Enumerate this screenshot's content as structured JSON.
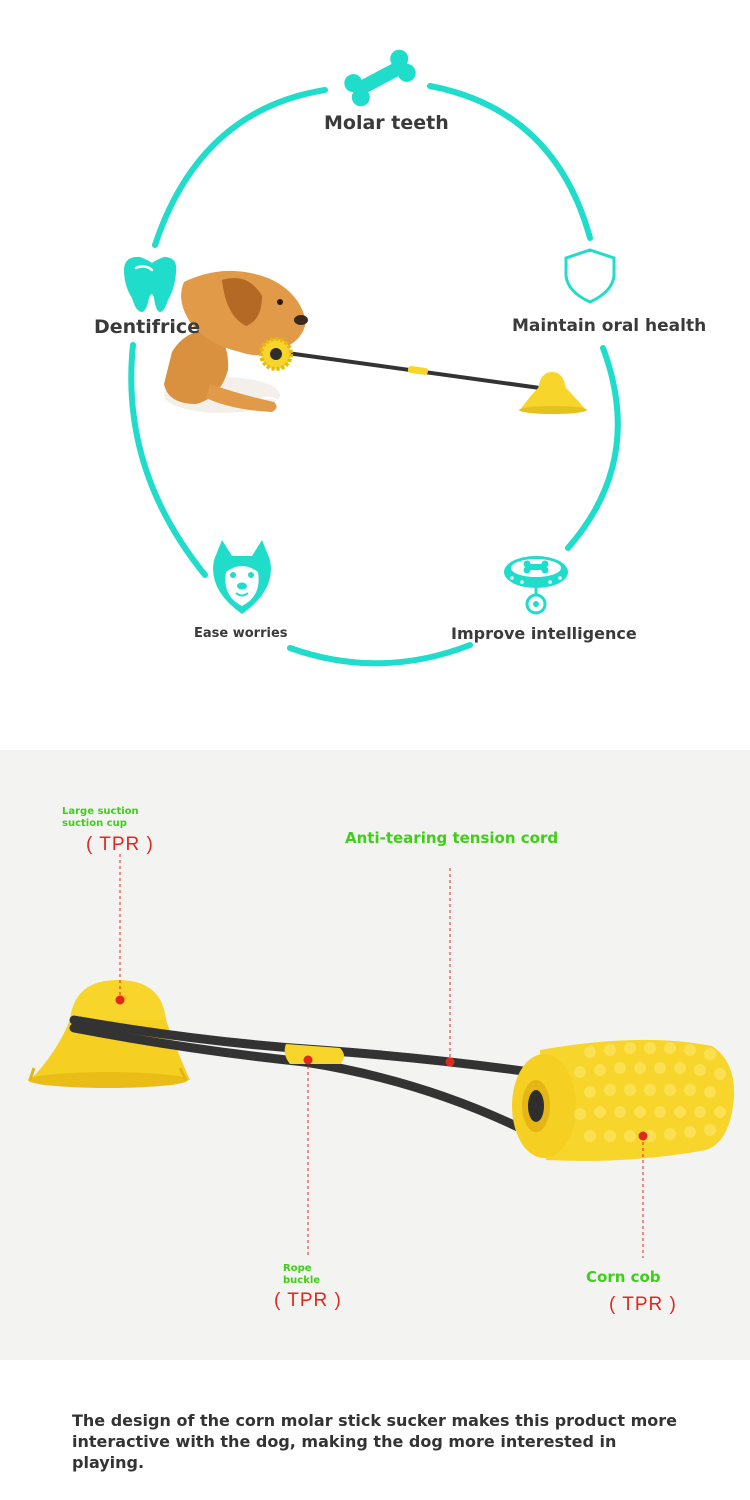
{
  "features": {
    "molar_teeth": "Molar teeth",
    "dentifrice": "Dentifrice",
    "maintain_oral_health": "Maintain oral health",
    "ease_worries": "Ease worries",
    "improve_intelligence": "Improve intelligence"
  },
  "icons": {
    "top": "bone-icon",
    "left": "tooth-icon",
    "right": "shield-icon",
    "bottom_left": "shiba-dog-icon",
    "bottom_right": "dog-collar-icon"
  },
  "parts": {
    "suction_cup": {
      "name": "Large suction suction cup",
      "material": "( TPR )"
    },
    "tension_cord": {
      "name": "Anti-tearing tension cord"
    },
    "rope_buckle": {
      "name": "Rope buckle",
      "material": "( TPR )"
    },
    "corn_cob": {
      "name": "Corn cob",
      "material": "( TPR )"
    }
  },
  "caption": "The design of the corn molar stick sucker makes this product more interactive with the dog, making the dog more interested in playing.",
  "colors": {
    "accent": "#1fdccb",
    "toy_yellow": "#f7d52a",
    "label_green": "#3fcf16",
    "label_red": "#e0281d",
    "text_dark": "#3a3a3a",
    "panel_bg": "#f3f3f2"
  }
}
